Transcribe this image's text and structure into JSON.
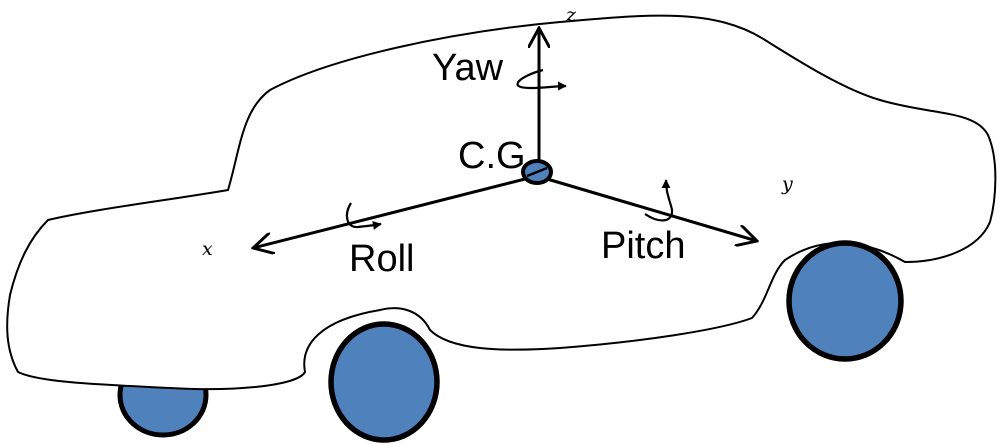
{
  "labels": {
    "yaw": "Yaw",
    "cg": "C.G",
    "roll": "Roll",
    "pitch": "Pitch",
    "x_axis": "x",
    "y_axis": "y",
    "z_axis": "z"
  },
  "colors": {
    "wheel_fill": "#4f81bd",
    "outline": "#000000",
    "body_fill": "#ffffff"
  }
}
